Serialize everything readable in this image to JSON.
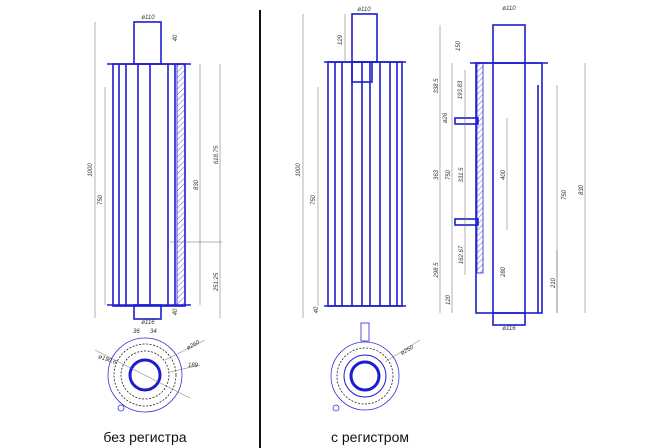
{
  "views": {
    "left": {
      "caption": "без регистра",
      "dims": {
        "top_dia": "ø110",
        "top_len": "40",
        "total": "1000",
        "inner": "750",
        "upper": "618.75",
        "body": "830",
        "lower": "251.25",
        "bottom_len": "40",
        "bottom_dia": "ø116"
      },
      "section_dims": {
        "d1": "36",
        "d2": "34",
        "outer": "ø260",
        "mid": "ø190.6",
        "inner": "189"
      }
    },
    "middle": {
      "caption": "с регистром",
      "dims": {
        "top_dia": "ø110",
        "top_len": "129",
        "total": "1000",
        "inner": "750",
        "bottom_len": "40"
      },
      "section_dims": {
        "outer": "ø260"
      }
    },
    "right": {
      "dims": {
        "top_dia": "ø110",
        "top_len": "150",
        "a": "338.5",
        "b": "193.83",
        "pipe_dia": "ø26",
        "c": "363",
        "d": "750",
        "e": "331.5",
        "f": "400",
        "g": "162.67",
        "h": "298.5",
        "i": "120",
        "j": "280",
        "k": "210",
        "l": "750",
        "m": "830",
        "bottom_dia": "ø116"
      }
    }
  },
  "colors": {
    "drawing": "#1d1dd0",
    "dims": "#333333",
    "divider": "#111111"
  }
}
